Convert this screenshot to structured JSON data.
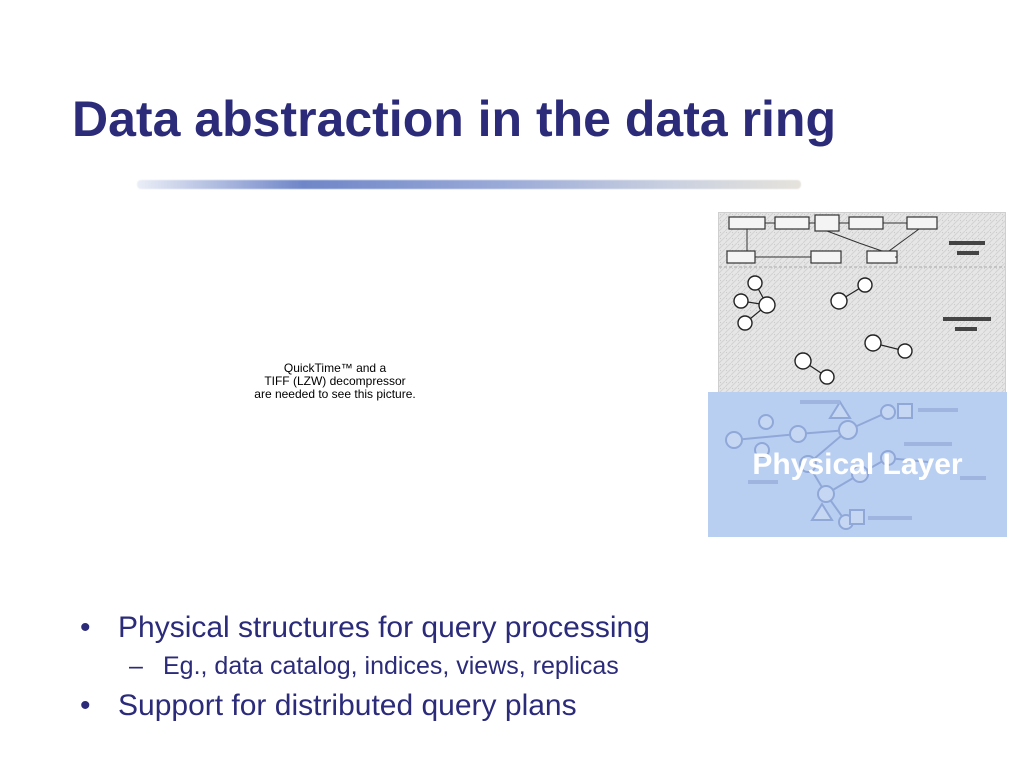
{
  "slide": {
    "title": "Data abstraction in the data ring",
    "quicktime_placeholder": [
      "QuickTime™ and a",
      "TIFF (LZW) decompressor",
      "are needed to see this picture."
    ],
    "diagram": {
      "overlay_label": "Physical Layer",
      "overlay_color": "#b9cff2"
    },
    "bullets": [
      {
        "text": "Physical structures for query processing",
        "sub": [
          "Eg., data catalog, indices, views, replicas"
        ]
      },
      {
        "text": "Support for distributed query plans",
        "sub": []
      }
    ],
    "bullet_glyph": "•",
    "sub_bullet_glyph": "–",
    "colors": {
      "title": "#2b2b7a",
      "text": "#2b2b7a",
      "background": "#ffffff"
    }
  }
}
